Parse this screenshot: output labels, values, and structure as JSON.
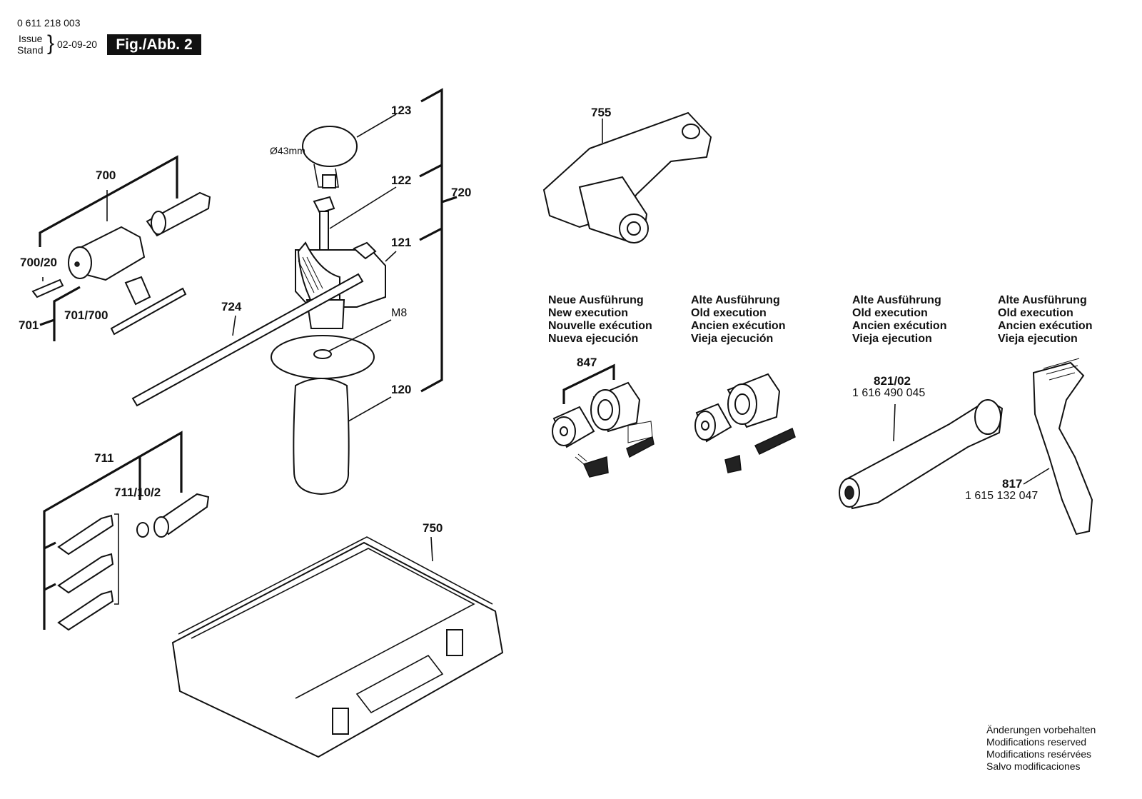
{
  "header": {
    "doc_number": "0 611 218 003",
    "issue_label": "Issue",
    "stand_label": "Stand",
    "brace": "}",
    "date": "02-09-20",
    "figure_label": "Fig./Abb. 2"
  },
  "parts": {
    "p123": "123",
    "diameter": "Ø43mm",
    "p122": "122",
    "p720": "720",
    "p121": "121",
    "p700": "700",
    "p700_20": "700/20",
    "p701_700": "701/700",
    "p701": "701",
    "p724": "724",
    "m8": "M8",
    "p120": "120",
    "p711": "711",
    "p711_10_2": "711/10/2",
    "p750": "750",
    "p755": "755",
    "p847": "847",
    "p821_02": "821/02",
    "p821_02_number": "1 616 490 045",
    "p817": "817",
    "p817_number": "1 615 132 047"
  },
  "executions": [
    {
      "lines": [
        "Neue Ausführung",
        "New execution",
        "Nouvelle exécution",
        "Nueva ejecución"
      ]
    },
    {
      "lines": [
        "Alte Ausführung",
        "Old execution",
        "Ancien exécution",
        "Vieja ejecución"
      ]
    },
    {
      "lines": [
        "Alte Ausführung",
        "Old execution",
        "Ancien exécution",
        "Vieja ejecution"
      ]
    },
    {
      "lines": [
        "Alte Ausführung",
        "Old execution",
        "Ancien exécution",
        "Vieja ejecution"
      ]
    }
  ],
  "footer": {
    "lines": [
      "Änderungen vorbehalten",
      "Modifications reserved",
      "Modifications resérvées",
      "Salvo modificaciones"
    ]
  }
}
